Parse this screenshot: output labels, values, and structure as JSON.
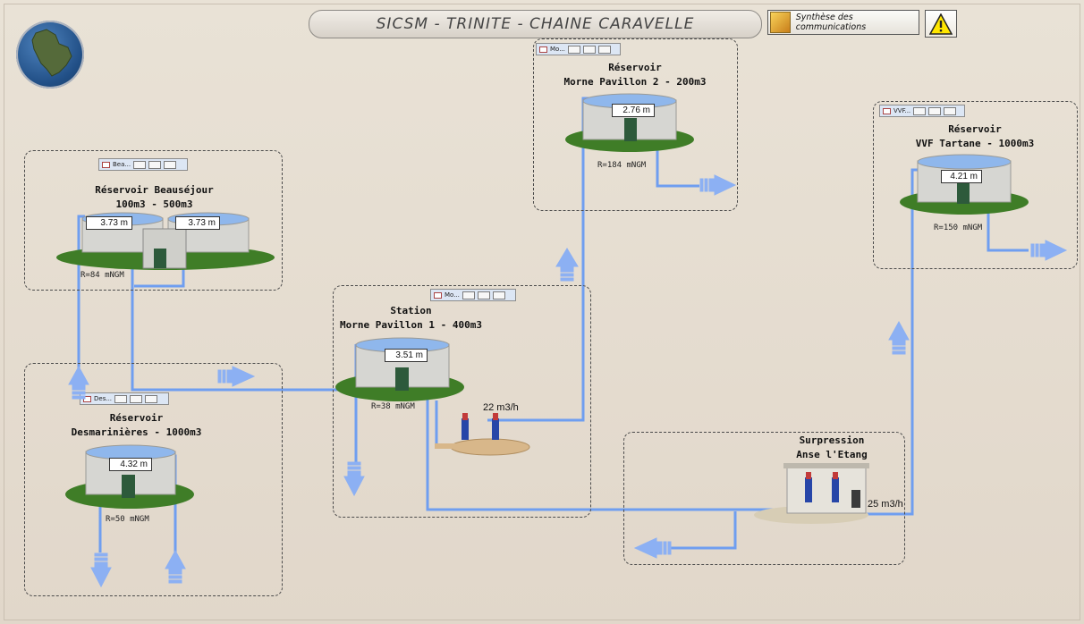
{
  "header": {
    "title": "SICSM - TRINITE - CHAINE CARAVELLE",
    "communications_button": "Synthèse des communications"
  },
  "panels": {
    "beausejour": {
      "mini_title": "Bea...",
      "title_line1": "Réservoir Beauséjour",
      "title_line2": "100m3 - 500m3",
      "level_left": "3.73 m",
      "level_right": "3.73 m",
      "elevation": "R=84 mNGM"
    },
    "morne_pavillon_2": {
      "mini_title": "Mo...",
      "title_line1": "Réservoir",
      "title_line2": "Morne Pavillon 2 - 200m3",
      "level": "2.76 m",
      "elevation": "R=184 mNGM"
    },
    "vvf_tartane": {
      "mini_title": "VVF...",
      "title_line1": "Réservoir",
      "title_line2": "VVF Tartane - 1000m3",
      "level": "4.21 m",
      "elevation": "R=150 mNGM"
    },
    "morne_pavillon_1": {
      "mini_title": "Mo...",
      "title_line1": "Station",
      "title_line2": "Morne Pavillon 1 - 400m3",
      "level": "3.51 m",
      "elevation": "R=38 mNGM",
      "flow": "22 m3/h"
    },
    "desmarinieres": {
      "mini_title": "Des...",
      "title_line1": "Réservoir",
      "title_line2": "Desmarinières - 1000m3",
      "level": "4.32 m",
      "elevation": "R=50 mNGM"
    },
    "anse_etang": {
      "title_line1": "Surpression",
      "title_line2": "Anse l'Etang",
      "flow": "25 m3/h"
    }
  },
  "icons": [
    "island-logo-icon",
    "communications-icon",
    "warning-icon",
    "tank-icon",
    "pump-icon",
    "flow-arrow-icon"
  ],
  "colors": {
    "water": "#6f9ef0",
    "pipe": "#4a7de0",
    "grass": "#3f7d27"
  }
}
